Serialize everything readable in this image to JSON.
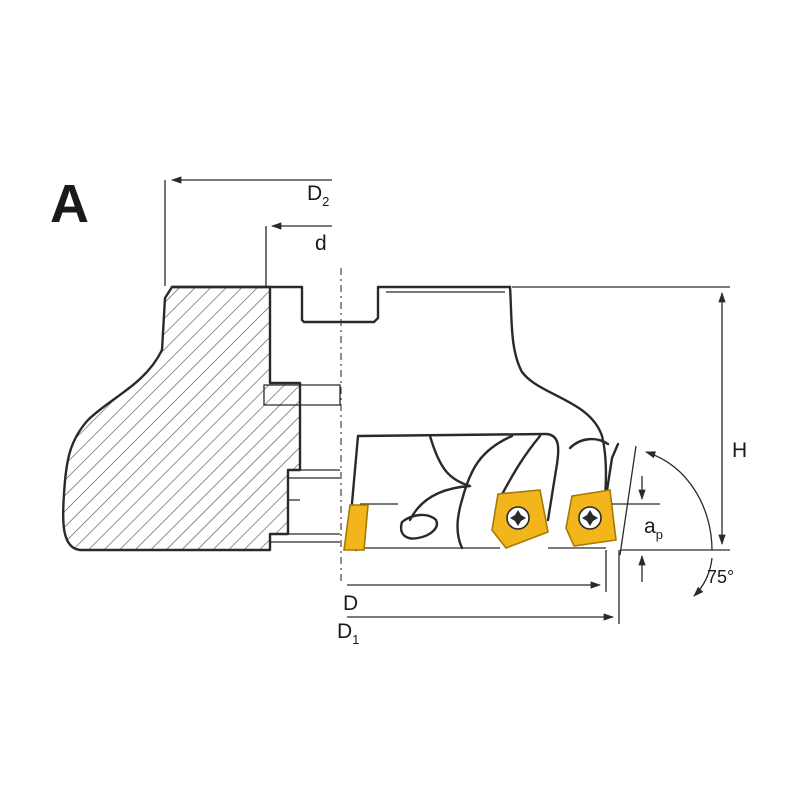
{
  "view_label": "A",
  "dimensions": {
    "D2": {
      "main": "D",
      "sub": "2"
    },
    "d": {
      "main": "d"
    },
    "H": {
      "main": "H"
    },
    "ap": {
      "main": "a",
      "sub": "p"
    },
    "angle": {
      "main": "75°"
    },
    "D": {
      "main": "D"
    },
    "D1": {
      "main": "D",
      "sub": "1"
    }
  },
  "colors": {
    "outline": "#2a2a2a",
    "insert_fill": "#f2b51c",
    "insert_edge": "#a57a05",
    "hatch": "#555555",
    "background": "#ffffff"
  }
}
